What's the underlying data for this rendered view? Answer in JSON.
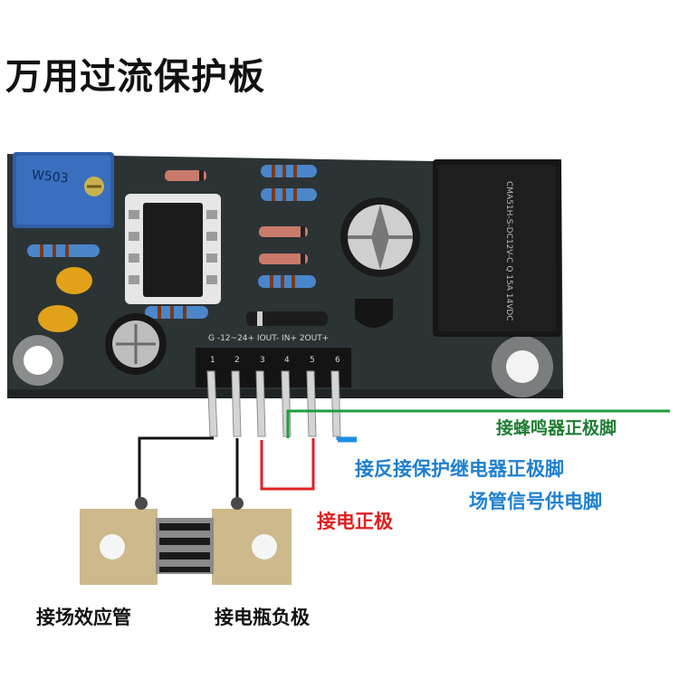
{
  "title": "万用过流保护板",
  "pcb": {
    "silk_left": "G  -12~24+  IOUT-  IN+  2OUT+",
    "pin_numbers": [
      "1",
      "2",
      "3",
      "4",
      "5",
      "6"
    ],
    "pot_label": "W503",
    "relay_text": "CMA51H-S-DC12V-C  Q 15A 14VDC"
  },
  "labels": {
    "buzzer": "接蜂鸣器正极脚",
    "relay_line1": "接反接保护继电器正极脚",
    "relay_line2": "场管信号供电脚",
    "power_positive": "接电正极",
    "mosfet": "接场效应管",
    "battery_negative": "接电瓶负极"
  },
  "colors": {
    "pcb": "#2c3335",
    "wire_black": "#111111",
    "wire_red": "#e02020",
    "wire_green": "#1e9e3c",
    "wire_blue": "#1e8fe0",
    "shunt_brass": "#cdb98b"
  }
}
